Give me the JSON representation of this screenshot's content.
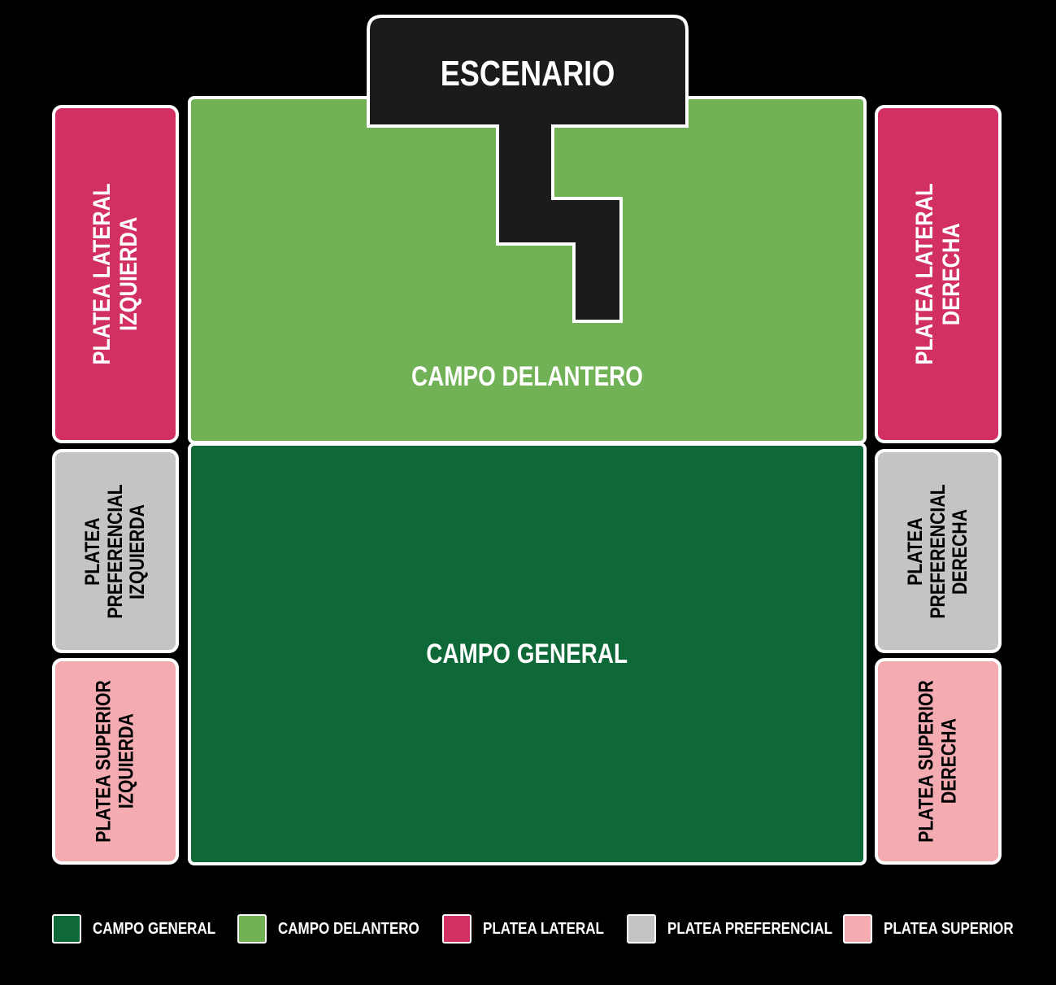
{
  "zones": {
    "escenario": {
      "label": "ESCENARIO",
      "color": "#1c1a1b"
    },
    "campo_delantero": {
      "label": "CAMPO DELANTERO",
      "color": "#72b257"
    },
    "campo_general": {
      "label": "CAMPO GENERAL",
      "color": "#0e6837"
    },
    "platea_lateral_izquierda": {
      "line1": "PLATEA LATERAL",
      "line2": "IZQUIERDA",
      "color": "#d22f62"
    },
    "platea_lateral_derecha": {
      "line1": "PLATEA LATERAL",
      "line2": "DERECHA",
      "color": "#d22f62"
    },
    "platea_preferencial_izquierda": {
      "line1": "PLATEA",
      "line2": "PREFERENCIAL",
      "line3": "IZQUIERDA",
      "color": "#c4c4c4"
    },
    "platea_preferencial_derecha": {
      "line1": "PLATEA",
      "line2": "PREFERENCIAL",
      "line3": "DERECHA",
      "color": "#c4c4c4"
    },
    "platea_superior_izquierda": {
      "line1": "PLATEA SUPERIOR",
      "line2": "IZQUIERDA",
      "color": "#f4acb2"
    },
    "platea_superior_derecha": {
      "line1": "PLATEA SUPERIOR",
      "line2": "DERECHA",
      "color": "#f4acb2"
    }
  },
  "legend": [
    {
      "label": "CAMPO GENERAL",
      "color": "#0e6837"
    },
    {
      "label": "CAMPO DELANTERO",
      "color": "#72b257"
    },
    {
      "label": "PLATEA LATERAL",
      "color": "#d22f62"
    },
    {
      "label": "PLATEA PREFERENCIAL",
      "color": "#c4c4c4"
    },
    {
      "label": "PLATEA SUPERIOR",
      "color": "#f4acb2"
    }
  ]
}
